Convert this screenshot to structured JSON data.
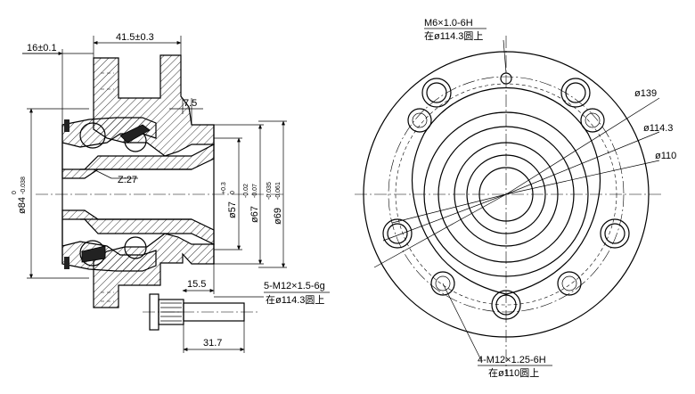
{
  "section_view": {
    "dim_flange_offset": "16±0.1",
    "dim_flange_width": "41.5±0.3",
    "dim_step": "7.5",
    "dim_spline": "Z:27",
    "dim_outer_dia": "ø84",
    "dim_outer_dia_tol_upper": "0",
    "dim_outer_dia_tol_lower": "-0.038",
    "dim_bore_57": "ø57",
    "dim_bore_57_tol_upper": "+0.3",
    "dim_bore_57_tol_lower": "0",
    "dim_bore_67": "ø67",
    "dim_bore_67_tol_upper": "-0.02",
    "dim_bore_67_tol_lower": "-0.07",
    "dim_bore_69": "ø69",
    "dim_bore_69_tol_upper": "-0.035",
    "dim_bore_69_tol_lower": "-0.061",
    "dim_bolt_shoulder": "15.5",
    "dim_bolt_length": "31.7",
    "callout_wheel_bolts_line1": "5-M12×1.5-6g",
    "callout_wheel_bolts_line2": "在ø114.3圆上"
  },
  "front_view": {
    "callout_top_line1": "M6×1.0-6H",
    "callout_top_line2": "在ø114.3圆上",
    "dim_d139": "ø139",
    "dim_d114": "ø114.3",
    "dim_d110": "ø110",
    "callout_bottom_line1": "4-M12×1.25-6H",
    "callout_bottom_line2": "在ø110圆上"
  }
}
